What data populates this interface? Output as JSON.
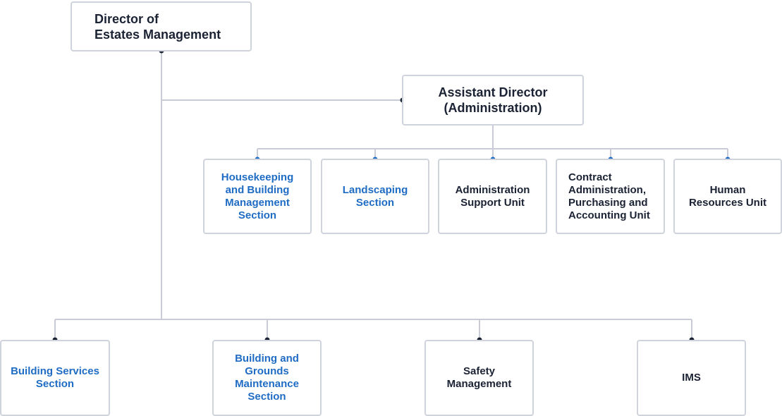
{
  "colors": {
    "line": "#c9ccd6",
    "dot_dark": "#1a2233",
    "dot_blue": "#1f6cc4",
    "link": "#1f6cc4",
    "text": "#1a2233"
  },
  "director": {
    "label": "Director of\nEstates Management"
  },
  "assistant_director": {
    "label": "Assistant Director\n(Administration)"
  },
  "admin_units": [
    {
      "label": "Housekeeping\nand Building\nManagement\nSection",
      "link": true
    },
    {
      "label": "Landscaping\nSection",
      "link": true
    },
    {
      "label": "Administration\nSupport Unit",
      "link": false
    },
    {
      "label": "Contract\nAdministration,\nPurchasing and\nAccounting Unit",
      "link": false
    },
    {
      "label": "Human\nResources Unit",
      "link": false
    }
  ],
  "sections": [
    {
      "label": "Building Services\nSection",
      "link": true
    },
    {
      "label": "Building and\nGrounds\nMaintenance\nSection",
      "link": true
    },
    {
      "label": "Safety\nManagement",
      "link": false
    },
    {
      "label": "IMS",
      "link": false
    }
  ]
}
